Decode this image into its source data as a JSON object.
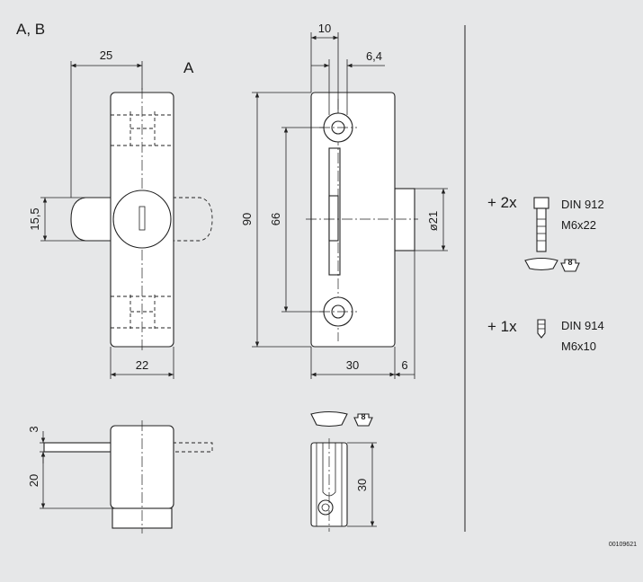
{
  "labels": {
    "title": "A, B",
    "view_a": "A",
    "dim_25": "25",
    "dim_15_5": "15,5",
    "dim_22": "22",
    "dim_10": "10",
    "dim_6_4": "6,4",
    "dim_90": "90",
    "dim_66": "66",
    "dim_30": "30",
    "dim_6": "6",
    "dim_d21": "ø21",
    "dim_3": "3",
    "dim_20": "20",
    "dim_30_side": "30",
    "small_8_top": "8",
    "small_8_right": "8",
    "screw1_qty": "+ 2x",
    "screw1_std": "DIN 912",
    "screw1_size": "M6x22",
    "screw2_qty": "+ 1x",
    "screw2_std": "DIN 914",
    "screw2_size": "M6x10",
    "drawing_no": "00109621"
  }
}
